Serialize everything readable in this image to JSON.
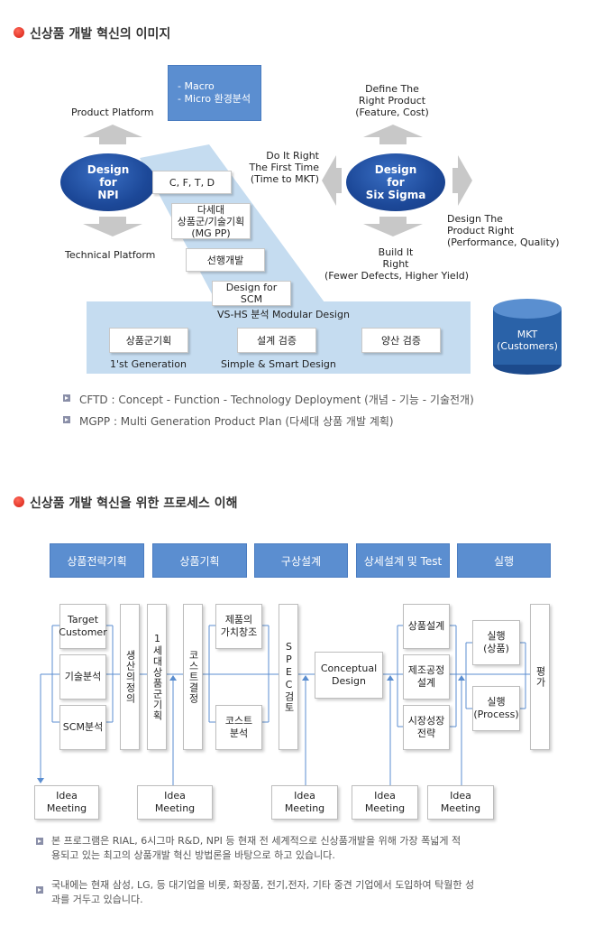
{
  "section1": {
    "title": "신상품 개발 혁신의 이미지",
    "macro_line1": "- Macro",
    "macro_line2": "- Micro 환경분석",
    "product_platform": "Product Platform",
    "technical_platform": "Technical Platform",
    "npi_line1": "Design",
    "npi_line2": "for",
    "npi_line3": "NPI",
    "six_line1": "Design",
    "six_line2": "for",
    "six_line3": "Six Sigma",
    "cftd": "C, F, T, D",
    "nextgen_line1": "다세대",
    "nextgen_line2": "상품군/기술기획",
    "nextgen_line3": "(MG PP)",
    "advanced_dev": "선행개발",
    "dfscm_line1": "Design for",
    "dfscm_line2": "SCM",
    "vshs": "VS-HS 분석 Modular Design",
    "product_family_plan": "상품군기획",
    "design_verify": "설계 검증",
    "mass_verify": "양산 검증",
    "first_gen": "1'st Generation",
    "simple_smart": "Simple & Smart Design",
    "define_line1": "Define The",
    "define_line2": "Right Product",
    "define_line3": "(Feature, Cost)",
    "doit_line1": "Do It Right",
    "doit_line2": "The First Time",
    "doit_line3": "(Time to MKT)",
    "design_right_line1": "Design The",
    "design_right_line2": "Product Right",
    "design_right_line3": "(Performance, Quality)",
    "build_line1": "Build It",
    "build_line2": "Right",
    "build_line3": "(Fewer Defects, Higher Yield)",
    "mkt_line1": "MKT",
    "mkt_line2": "(Customers)",
    "note1": "CFTD : Concept - Function - Technology Deployment (개념 - 기능 - 기술전개)",
    "note2": "MGPP : Multi Generation Product Plan (다세대 상품 개발 계획)"
  },
  "section2": {
    "title": "신상품 개발 혁신을 위한 프로세스 이해",
    "headers": [
      "상품전략기획",
      "상품기획",
      "구상설계",
      "상세설계 및 Test",
      "실행"
    ],
    "target_customer_line1": "Target",
    "target_customer_line2": "Customer",
    "tech_analysis": "기술분석",
    "scm_analysis": "SCM분석",
    "concept_def": "생산의정의",
    "first_gen_plan": "1세대상품군기획",
    "cost_decision": "코스트결정",
    "value_line1": "제품의",
    "value_line2": "가치창조",
    "cost_analysis_line1": "코스트",
    "cost_analysis_line2": "분석",
    "spec_review": "SPEC검토",
    "conceptual_line1": "Conceptual",
    "conceptual_line2": "Design",
    "product_design": "상품설계",
    "mfg_design_line1": "제조공정",
    "mfg_design_line2": "설계",
    "market_line1": "시장성장",
    "market_line2": "전략",
    "exec_product_line1": "실행",
    "exec_product_line2": "(상품)",
    "exec_process_line1": "실행",
    "exec_process_line2": "(Process)",
    "evaluation": "평가",
    "idea_line1": "Idea",
    "idea_line2": "Meeting",
    "para1_line1": "본 프로그램은 RIAL, 6시그마 R&D, NPI 등 현재 전 세계적으로 신상품개발을 위해 가장 폭넓게 적",
    "para1_line2": "용되고 있는 최고의 상품개발 혁신 방법론을 바탕으로 하고 있습니다.",
    "para2_line1": "국내에는 현재 삼성, LG, 등 대기업을 비롯, 화장품, 전기,전자, 기타 중견 기업에서 도입하여 탁월한 성",
    "para2_line2": "과를 거두고 있습니다."
  }
}
